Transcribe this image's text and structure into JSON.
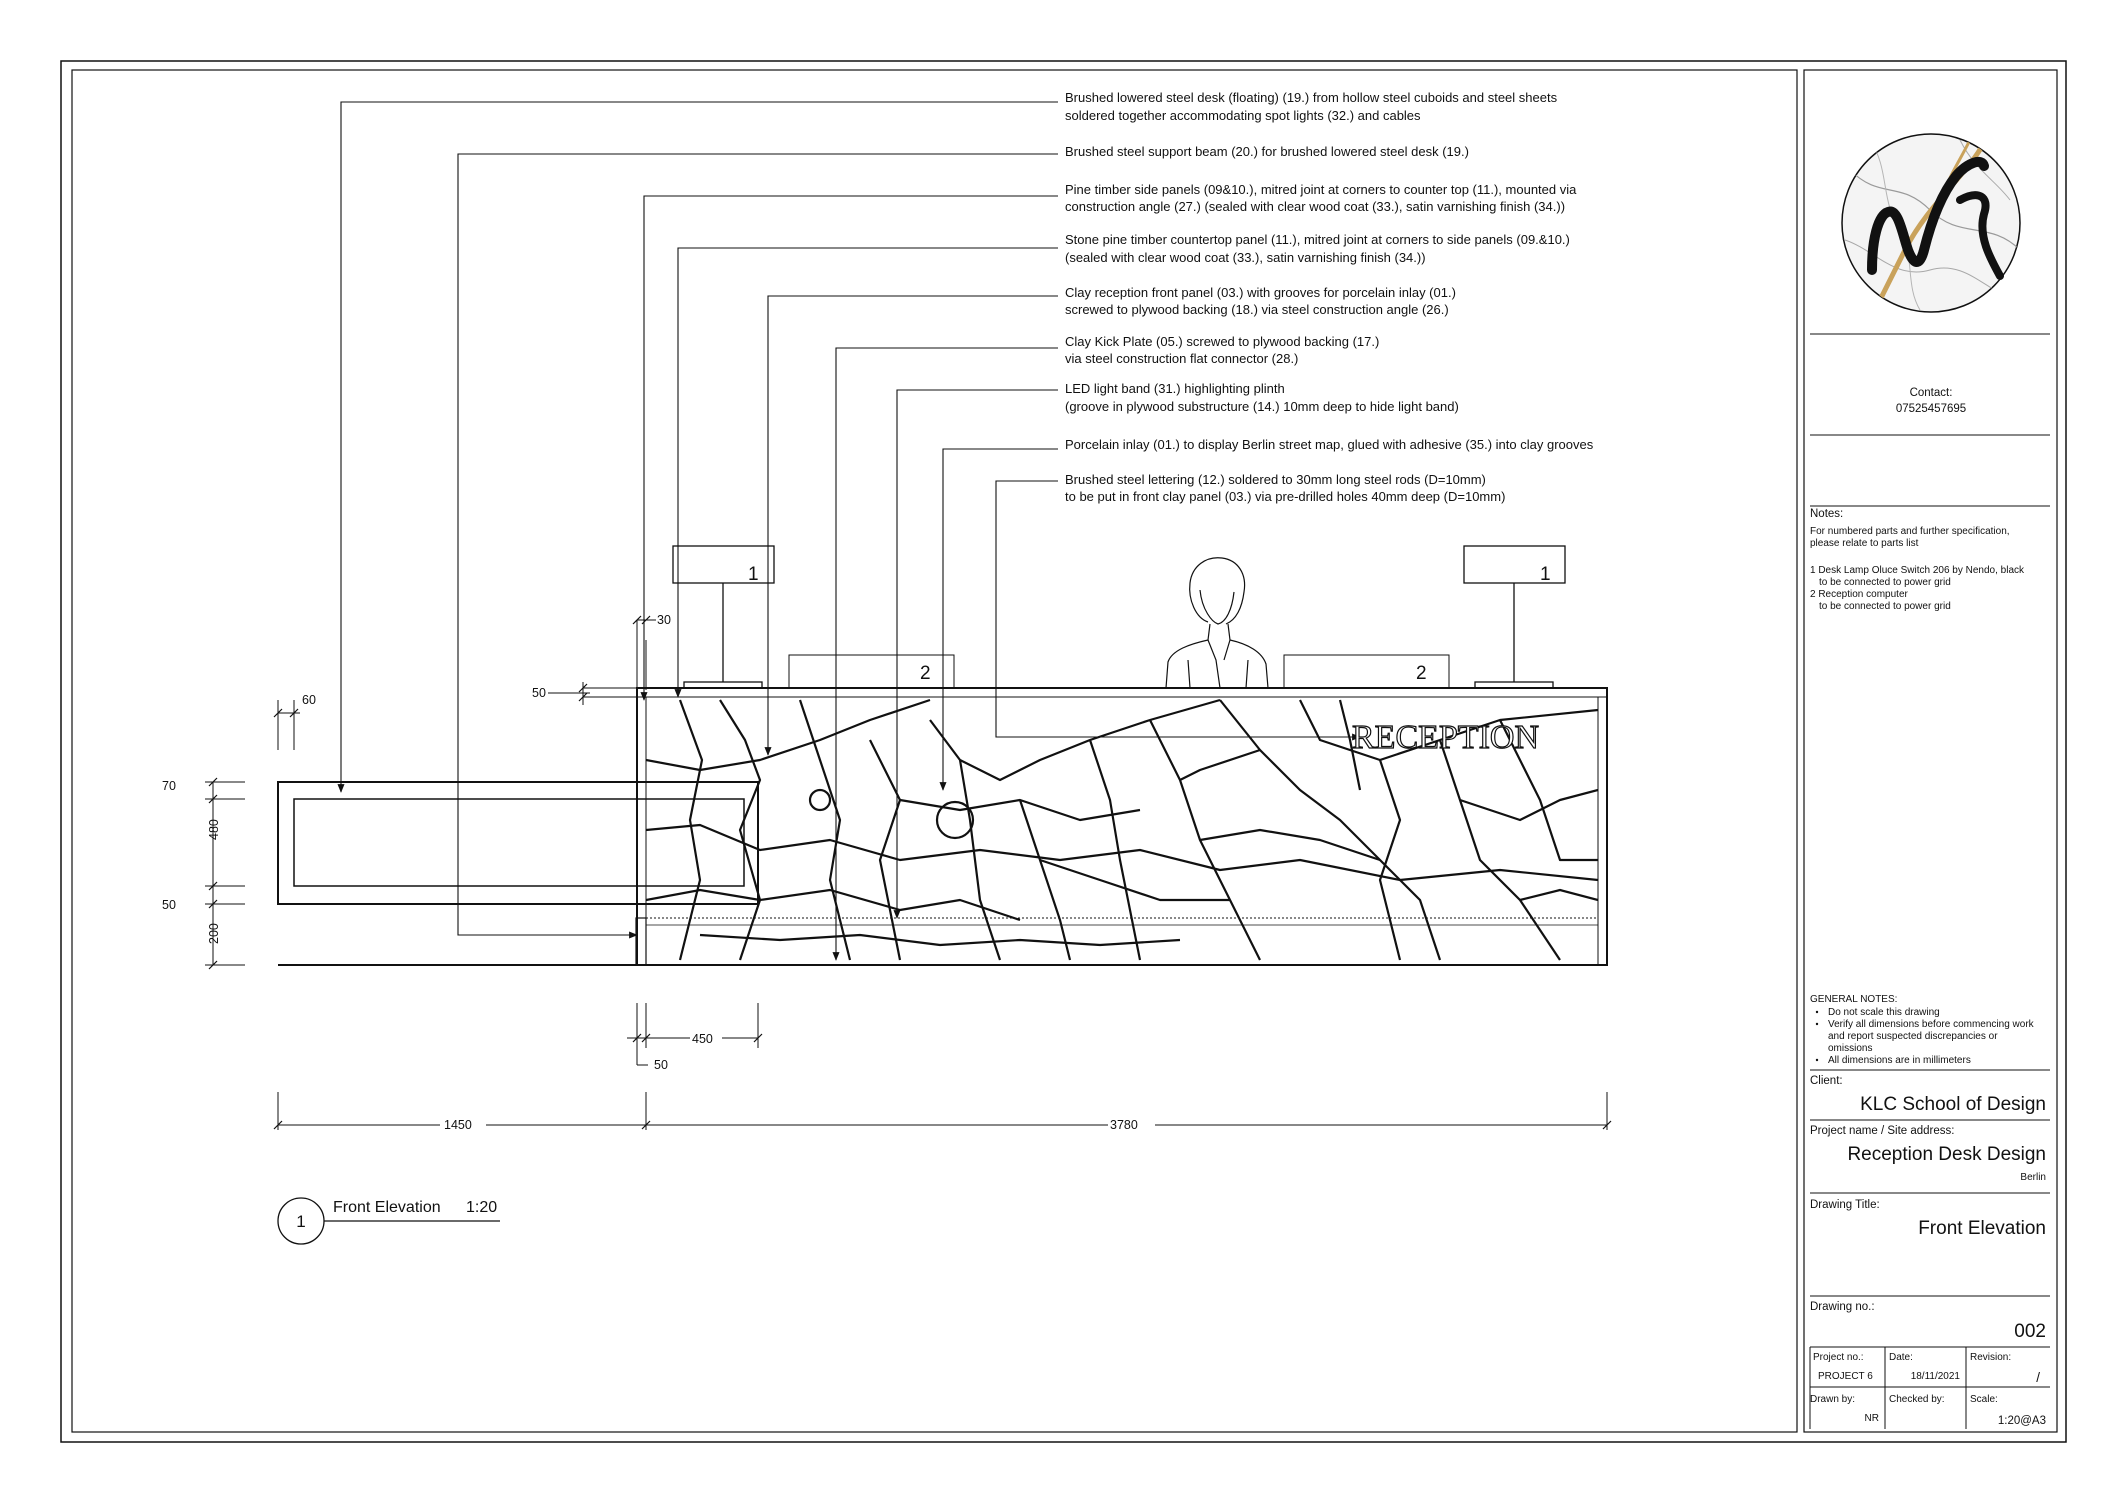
{
  "annotations": [
    {
      "line1": "Brushed lowered steel desk (floating) (19.) from hollow steel cuboids and steel sheets",
      "line2": "soldered together accommodating spot lights (32.) and cables"
    },
    {
      "line1": "Brushed steel support beam (20.) for brushed lowered steel desk (19.)",
      "line2": ""
    },
    {
      "line1": "Pine timber side panels (09&10.), mitred joint at corners to counter top (11.), mounted via",
      "line2": "construction angle (27.) (sealed with clear wood coat (33.), satin varnishing finish (34.))"
    },
    {
      "line1": "Stone pine timber countertop panel (11.), mitred joint at corners to side panels (09.&10.)",
      "line2": "(sealed with clear wood coat (33.), satin varnishing finish (34.))"
    },
    {
      "line1": "Clay reception front panel (03.) with grooves for porcelain inlay (01.)",
      "line2": "screwed to plywood backing (18.) via steel  construction angle (26.)"
    },
    {
      "line1": "Clay Kick Plate (05.) screwed to plywood backing (17.)",
      "line2": "via steel construction flat connector (28.)"
    },
    {
      "line1": "LED light band (31.) highlighting plinth",
      "line2": "(groove in plywood substructure (14.) 10mm deep to hide light band)"
    },
    {
      "line1": "Porcelain inlay (01.) to display Berlin street map, glued with adhesive (35.) into clay grooves",
      "line2": ""
    },
    {
      "line1": "Brushed steel lettering (12.) soldered to 30mm long steel rods (D=10mm)",
      "line2": "to be put in front  clay panel (03.) via pre-drilled holes 40mm deep (D=10mm)"
    }
  ],
  "drawing": {
    "desk_lettering": "RECEPTION",
    "lamp_tag": "1",
    "computer_tag": "2",
    "dimensions": {
      "d30": "30",
      "d50_top": "50",
      "d60": "60",
      "d70": "70",
      "d480": "480",
      "d50_mid": "50",
      "d200": "200",
      "d450": "450",
      "d50_low": "50",
      "d1450": "1450",
      "d3780": "3780"
    },
    "view_number": "1",
    "view_title": "Front Elevation",
    "view_scale": "1:20"
  },
  "title_block": {
    "contact_label": "Contact:",
    "contact_phone": "07525457695",
    "notes_title": "Notes:",
    "notes_intro_1": "For numbered parts and further specification,",
    "notes_intro_2": "please relate to parts list",
    "note_1a": "1 Desk Lamp Oluce Switch 206 by Nendo, black",
    "note_1b": "to be connected to power grid",
    "note_2a": "2 Reception computer",
    "note_2b": "to be connected to power grid",
    "general_notes_title": "GENERAL NOTES:",
    "general_notes": [
      "Do not scale this drawing",
      "Verify all dimensions before commencing work",
      "and report suspected discrepancies or",
      "omissions",
      "All dimensions are in millimeters"
    ],
    "client_label": "Client:",
    "client": "KLC School of Design",
    "project_label": "Project name / Site address:",
    "project_name": "Reception Desk Design",
    "site": "Berlin",
    "drawing_title_label": "Drawing Title:",
    "drawing_title": "Front Elevation",
    "drawing_no_label": "Drawing no.:",
    "drawing_no": "002",
    "project_no_label": "Project no.:",
    "project_no": "PROJECT 6",
    "date_label": "Date:",
    "date": "18/11/2021",
    "revision_label": "Revision:",
    "revision": "/",
    "drawn_by_label": "Drawn by:",
    "drawn_by": "NR",
    "checked_by_label": "Checked by:",
    "checked_by": "",
    "scale_label": "Scale:",
    "scale": "1:20@A3"
  }
}
